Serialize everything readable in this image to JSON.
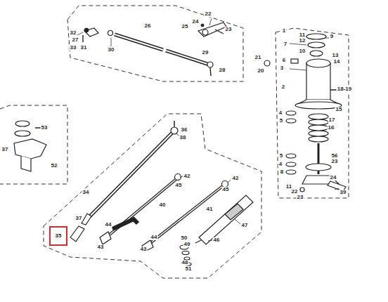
{
  "diagram": {
    "nodes": [
      {
        "text": [
          "35"
        ]
      }
    ],
    "labels": [
      "26",
      "22",
      "24",
      "25",
      "23",
      "32",
      "27",
      "33",
      "31",
      "30",
      "29",
      "28",
      "1",
      "11",
      "12",
      "9",
      "7",
      "10",
      "13",
      "14",
      "6",
      "21",
      "20",
      "3",
      "2",
      "18-19",
      "15",
      "4",
      "17",
      "5",
      "16",
      "5",
      "56",
      "23",
      "4",
      "8",
      "24",
      "11",
      "22",
      "23",
      "39",
      "53",
      "37",
      "52",
      "36",
      "38",
      "34",
      "37",
      "42",
      "45",
      "42",
      "45",
      "40",
      "41",
      "47",
      "44",
      "44",
      "43",
      "43",
      "50",
      "49",
      "46",
      "48",
      "51"
    ]
  }
}
